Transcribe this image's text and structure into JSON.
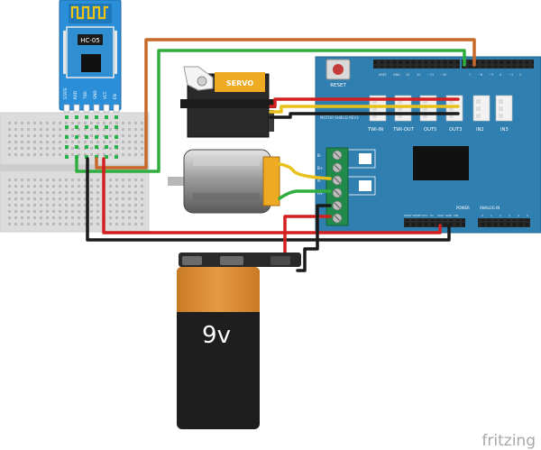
{
  "bluetooth": {
    "model": "HC-05",
    "pins": [
      "STATE",
      "RXD",
      "TXD",
      "GND",
      "VCC",
      "EN"
    ]
  },
  "servo": {
    "label": "SERVO"
  },
  "shield": {
    "reset_label": "RESET",
    "model_label": "MOTOR SHIELD REV3",
    "connector_labels": [
      "TWI-IN",
      "TWI-OUT",
      "OUT5",
      "OUT3",
      "IN2",
      "IN3"
    ],
    "power_label": "POWER",
    "analog_label": "ANALOG IN",
    "power_pins": [
      "IOREF",
      "RESET",
      "3V3",
      "5V",
      "GND",
      "GND",
      "VIN"
    ],
    "analog_pins": [
      "0",
      "1",
      "2",
      "3",
      "4",
      "5"
    ],
    "terminal_labels": [
      "B-",
      "B+",
      "A-",
      "A+",
      "-",
      "V"
    ]
  },
  "battery": {
    "label": "9v"
  },
  "brand": {
    "name": "fritzing"
  },
  "colors": {
    "shield_blue": "#2f7fb0",
    "wire_red": "#d21f1f",
    "wire_black": "#1a1a1a",
    "wire_green": "#2fae3f",
    "wire_orange": "#c8682a",
    "wire_yellow": "#e8c21a",
    "wire_white": "#ffffff",
    "bt_blue": "#2a8fd8",
    "battery_orange": "#d9892f"
  }
}
